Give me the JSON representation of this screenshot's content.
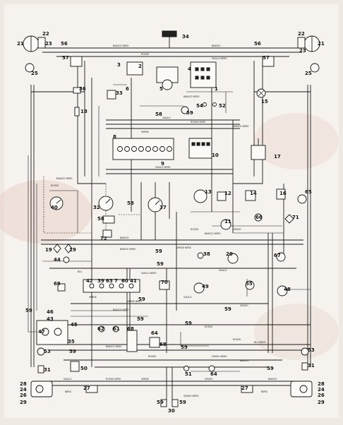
{
  "components": {
    "n1": "1",
    "n2": "2",
    "n3": "3",
    "n4": "4",
    "n5": "5",
    "n6": "6",
    "n7": "7",
    "n8": "8",
    "n9": "9",
    "n10": "10",
    "n11": "11",
    "n12": "12",
    "n13": "13",
    "n14": "14",
    "n15": "15",
    "n16": "16",
    "n17": "17",
    "n18": "18",
    "n19": "19",
    "n20": "20",
    "n21": "21",
    "n22": "22",
    "n23": "23",
    "n24": "24",
    "n25": "25",
    "n26": "26",
    "n27": "27",
    "n28": "28",
    "n29": "29",
    "n30": "30",
    "n31": "31",
    "n32": "32",
    "n33": "33",
    "n34": "34",
    "n35": "35",
    "n36": "36",
    "n37": "37",
    "n38": "38",
    "n39": "39",
    "n40": "40",
    "n41": "41",
    "n42": "42",
    "n43": "43",
    "n44": "44",
    "n45": "45",
    "n46": "46",
    "n47": "47",
    "n48": "48",
    "n49": "49",
    "n50": "50",
    "n51": "51",
    "n52": "52",
    "n53": "53",
    "n54": "54",
    "n55": "55",
    "n56": "56",
    "n57": "57",
    "n58": "58",
    "n59": "59",
    "n60": "60",
    "n61": "61",
    "n62": "62",
    "n63": "63",
    "n64": "64",
    "n65": "65",
    "n66": "66",
    "n67": "67",
    "n68": "68",
    "n69": "69",
    "n70": "70",
    "n71": "71",
    "n72": "72"
  },
  "wires": {
    "bianco_nero": "BIANCO NERO",
    "bianco": "BIANCO",
    "nero": "NERO",
    "rosso": "ROSSO",
    "rosso_nero": "ROSSO NERO",
    "giallo": "GIALLO",
    "giallo_nero": "GIALLO NERO",
    "verde": "VERDE",
    "verde_nero": "VERDE NERO",
    "blu": "BLU",
    "blu_nero": "BLU NERO",
    "grigio": "GRIGIO",
    "grigio_nero": "GRIGIO NERO",
    "marrone": "MARRONE",
    "rosa": "ROSA",
    "viola": "VIOLA",
    "azzurro": "AZZURRO"
  }
}
